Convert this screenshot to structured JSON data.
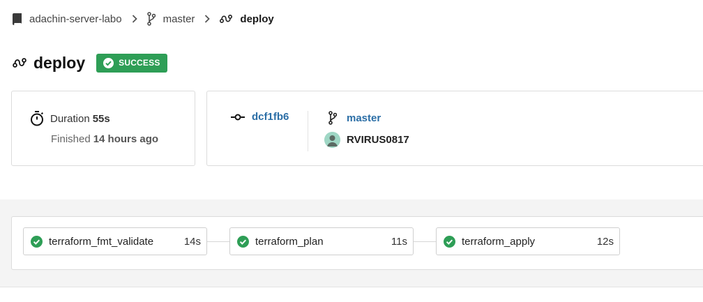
{
  "breadcrumb": {
    "project": "adachin-server-labo",
    "branch": "master",
    "workflow": "deploy"
  },
  "header": {
    "title": "deploy",
    "status": "SUCCESS"
  },
  "summary": {
    "duration_label": "Duration",
    "duration_value": "55s",
    "finished_label": "Finished",
    "finished_value": "14 hours ago"
  },
  "commit": {
    "sha": "dcf1fb6",
    "branch": "master",
    "user": "RVIRUS0817"
  },
  "jobs": [
    {
      "name": "terraform_fmt_validate",
      "time": "14s",
      "status": "success"
    },
    {
      "name": "terraform_plan",
      "time": "11s",
      "status": "success"
    },
    {
      "name": "terraform_apply",
      "time": "12s",
      "status": "success"
    }
  ],
  "colors": {
    "success": "#2e9e56",
    "link": "#2b6ea6",
    "band_background": "#f4f4f4"
  },
  "icons": {
    "project": "book-icon",
    "branch": "git-branch-icon",
    "workflow": "workflow-icon",
    "duration": "stopwatch-icon",
    "commit": "git-commit-icon",
    "status": "check-circle-icon"
  }
}
